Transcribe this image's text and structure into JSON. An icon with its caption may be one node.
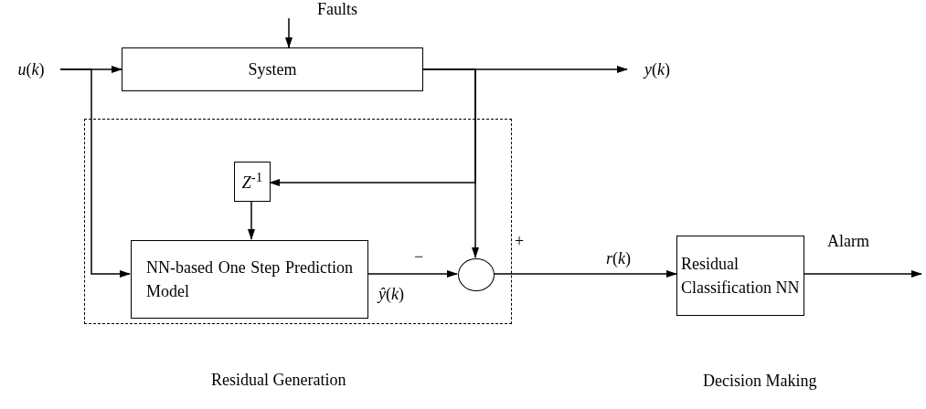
{
  "diagram": {
    "nodes": [
      {
        "text": [
          "Faults"
        ]
      },
      {
        "text": [
          "*u*(*k*)"
        ]
      },
      {
        "text": [
          "System"
        ]
      },
      {
        "text": [
          "*y*(*k*)"
        ]
      },
      {
        "text": [
          "Residual Generation"
        ]
      },
      {
        "text": [
          "*Z*$^{-1}$"
        ],
        "in": 4
      },
      {
        "text": [
          "NN-based One Step Prediction Model"
        ],
        "in": 4
      },
      {
        "text": [],
        "shape": "circle",
        "in": 4
      },
      {
        "text": [
          "Residual Classification NN"
        ],
        "beside": [
          "Decision Making"
        ]
      }
    ],
    "edges": [
      {
        "from": 0,
        "to": 2,
        "arrow": "to"
      },
      {
        "from": 1,
        "to": 2,
        "arrow": "to"
      },
      {
        "from": 1,
        "to": 6,
        "arrow": "to"
      },
      {
        "from": 2,
        "to": 3,
        "arrow": "to"
      },
      {
        "from": 2,
        "to": 7,
        "arrow": "to"
      },
      {
        "from": 2,
        "to": 5,
        "arrow": "to"
      },
      {
        "from": 5,
        "to": 6,
        "arrow": "to"
      },
      {
        "from": 6,
        "to": 7,
        "arrow": "to",
        "label": "*ŷ*(*k*)"
      },
      {
        "from": 7,
        "to": 8,
        "arrow": "to",
        "label": "*r*(*k*)"
      },
      {
        "from": 8,
        "to": null,
        "arrow": "to",
        "label": "Alarm"
      }
    ],
    "labels": [
      "−",
      "+"
    ]
  }
}
